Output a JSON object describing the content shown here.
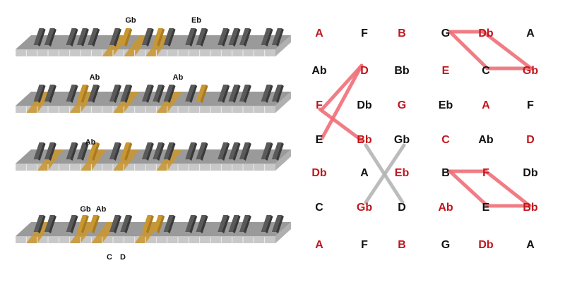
{
  "colors": {
    "red": "#c0161c",
    "black": "#111111",
    "gold": "#c9972f",
    "pink_line": "#ef6f78",
    "gray_line": "#b5b5b5",
    "key_white": "#c8c8c8",
    "key_black": "#5a5a5a"
  },
  "keyboards": [
    {
      "name": "keyboard-1",
      "labels_above": [
        "Gb",
        "Eb"
      ],
      "labels_below": []
    },
    {
      "name": "keyboard-2",
      "labels_above": [
        "Ab",
        "Ab"
      ],
      "labels_below": []
    },
    {
      "name": "keyboard-3",
      "labels_above": [
        "Ab"
      ],
      "labels_below": []
    },
    {
      "name": "keyboard-4",
      "labels_above": [
        "Gb",
        "Ab"
      ],
      "labels_below": [
        "C",
        "D"
      ]
    }
  ],
  "note_grid": {
    "rows": [
      [
        "A",
        "F",
        "B",
        "G",
        "Db",
        "A"
      ],
      [
        "Ab",
        "D",
        "Bb",
        "E",
        "C",
        "Gb"
      ],
      [
        "F",
        "Db",
        "G",
        "Eb",
        "A",
        "F"
      ],
      [
        "E",
        "Bb",
        "Gb",
        "C",
        "Ab",
        "D"
      ],
      [
        "Db",
        "A",
        "Eb",
        "B",
        "F",
        "Db"
      ],
      [
        "C",
        "Gb",
        "D",
        "Ab",
        "E",
        "Bb"
      ],
      [
        "A",
        "F",
        "B",
        "G",
        "Db",
        "A"
      ]
    ],
    "row_colors": [
      [
        "red",
        "black",
        "red",
        "black",
        "red",
        "black"
      ],
      [
        "black",
        "red",
        "black",
        "red",
        "black",
        "red"
      ],
      [
        "red",
        "black",
        "red",
        "black",
        "red",
        "black"
      ],
      [
        "black",
        "red",
        "black",
        "red",
        "black",
        "red"
      ],
      [
        "red",
        "black",
        "red",
        "black",
        "red",
        "black"
      ],
      [
        "black",
        "red",
        "black",
        "red",
        "black",
        "red"
      ],
      [
        "red",
        "black",
        "red",
        "black",
        "red",
        "black"
      ]
    ]
  }
}
